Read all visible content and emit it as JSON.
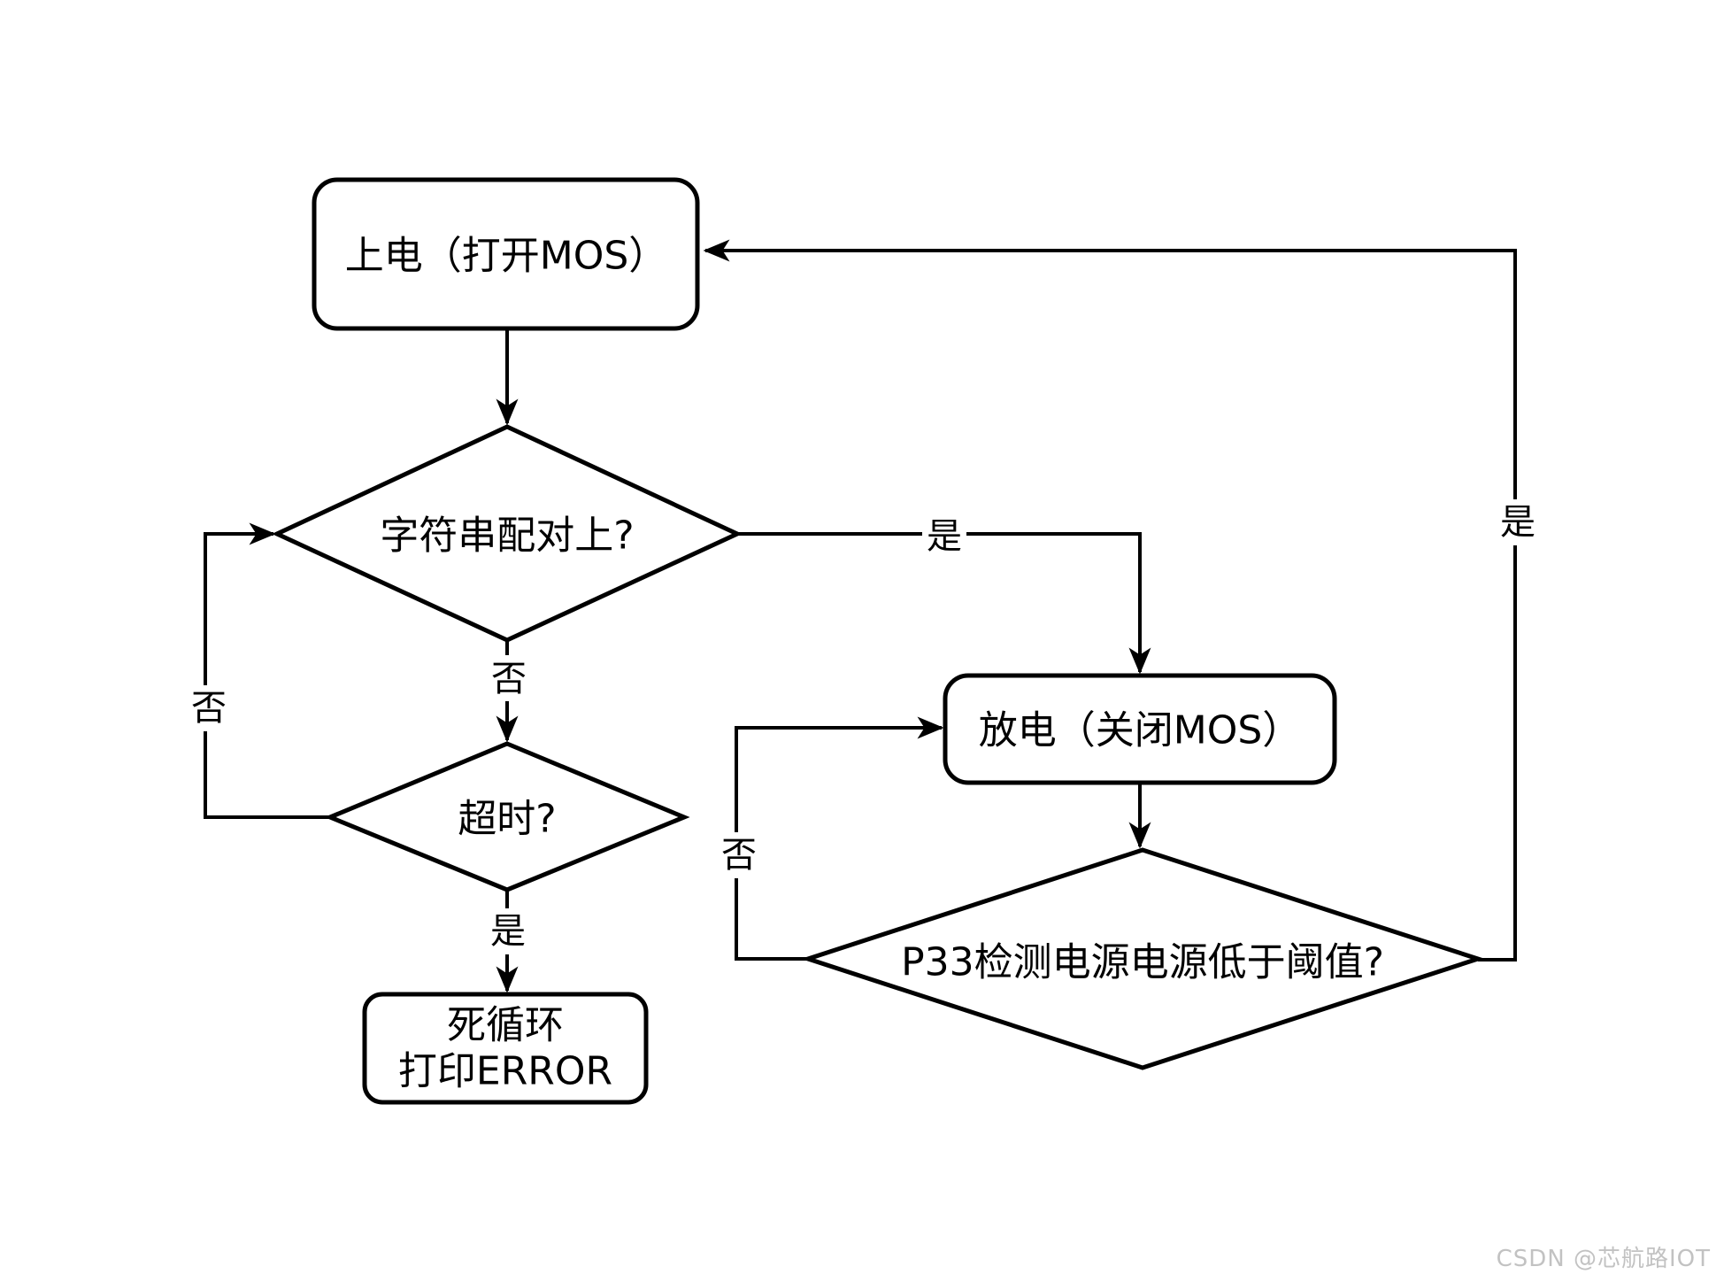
{
  "diagram": {
    "background_color": "#ffffff",
    "stroke_color": "#000000",
    "nodes": {
      "power_on": {
        "label": "上电（打开MOS）"
      },
      "string_match": {
        "label": "字符串配对上?"
      },
      "timeout": {
        "label": "超时?"
      },
      "dead_loop": {
        "line1": "死循环",
        "line2": "打印ERROR"
      },
      "discharge": {
        "label": "放电（关闭MOS）"
      },
      "p33_check": {
        "label": "P33检测电源电源低于阈值?"
      }
    },
    "edge_labels": {
      "string_match_no": "否",
      "string_match_yes": "是",
      "timeout_no": "否",
      "timeout_yes": "是",
      "p33_no": "否",
      "p33_yes": "是"
    }
  },
  "watermark": {
    "text": "CSDN @芯航路IOT",
    "color": "#c2c2c2"
  }
}
